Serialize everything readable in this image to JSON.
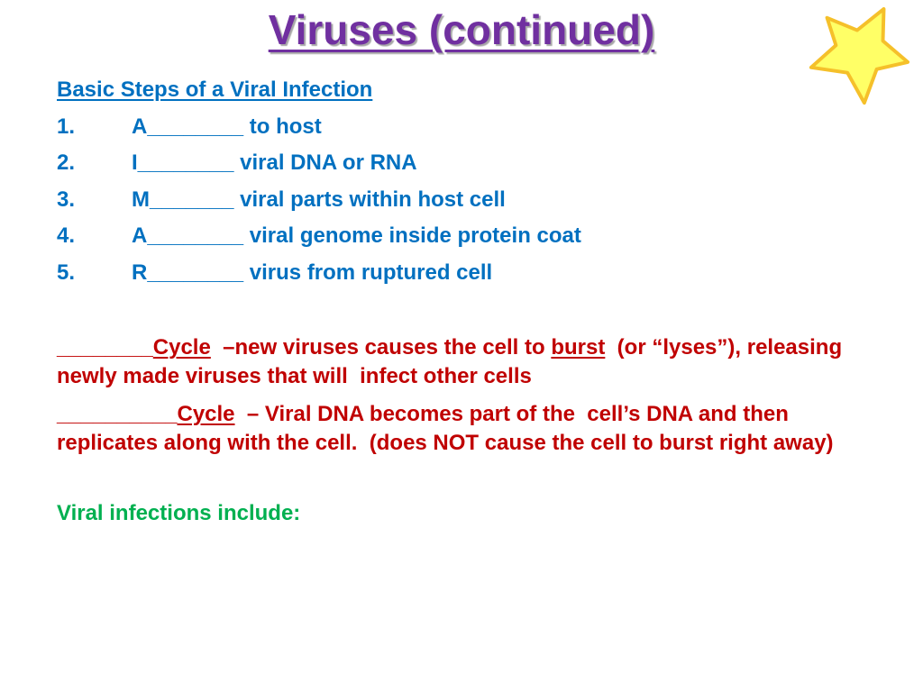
{
  "slide": {
    "title": "Viruses (continued)",
    "star_icon": "star-icon",
    "colors": {
      "title": "#7030a0",
      "steps": "#0070c0",
      "cycles": "#c00000",
      "infections": "#00b050",
      "star_fill": "#ffff66",
      "star_stroke": "#f5c02a"
    }
  },
  "steps": {
    "heading": "Basic Steps of a Viral Infection",
    "items": [
      {
        "number": "1.",
        "text": "A________ to host"
      },
      {
        "number": "2.",
        "text": "I________ viral DNA or RNA"
      },
      {
        "number": "3.",
        "text": "M_______ viral parts within host cell"
      },
      {
        "number": "4.",
        "text": "A________ viral genome inside protein coat"
      },
      {
        "number": "5.",
        "text": "R________ virus from ruptured cell"
      }
    ]
  },
  "cycles": {
    "lytic": {
      "blank": "________",
      "label": "Cycle",
      "text1": "  –new viruses causes the cell to ",
      "emphasis": "burst",
      "text2": "  (or “lyses”), releasing newly made viruses that will  infect other cells"
    },
    "lysogenic": {
      "blank": "__________",
      "label": "Cycle",
      "text1": "  – Viral DNA becomes part of the  cell’s DNA and then replicates along with the cell.  (does NOT cause the cell to burst right away)"
    }
  },
  "infections": {
    "label": "Viral infections include:"
  }
}
